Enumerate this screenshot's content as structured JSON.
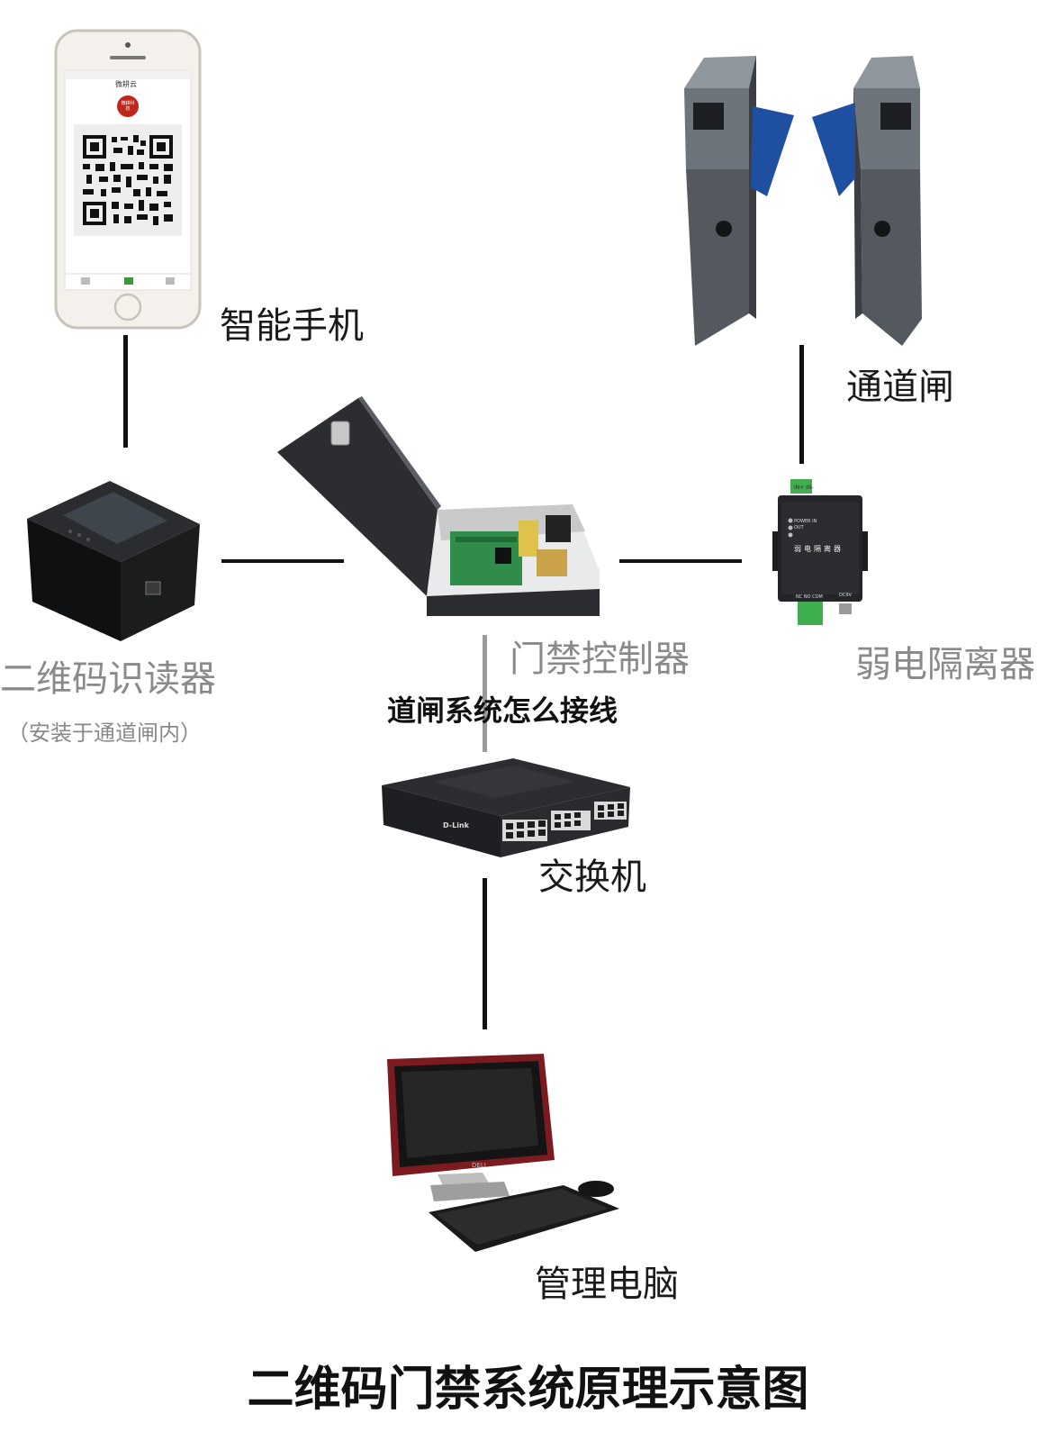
{
  "nodes": {
    "phone": {
      "label": "智能手机",
      "screen_title": "微耕云",
      "badge_text": "微耕科技"
    },
    "turnstile": {
      "label": "通道闸"
    },
    "qr_reader": {
      "label": "二维码识读器",
      "sublabel": "（安装于通道闸内）"
    },
    "controller": {
      "label": "门禁控制器"
    },
    "isolator": {
      "label": "弱电隔离器",
      "device_text": "弱电隔离器",
      "terminals_top": "IN+ IN-",
      "indicators": "POWER IN OUT",
      "terminals_bottom": "NC NO COM",
      "power_port": "DC9V"
    },
    "switch": {
      "label": "交换机",
      "brand": "D-Link"
    },
    "computer": {
      "label": "管理电脑",
      "brand": "DELL"
    }
  },
  "overlay_text": "道闸系统怎么接线",
  "title": "二维码门禁系统原理示意图"
}
